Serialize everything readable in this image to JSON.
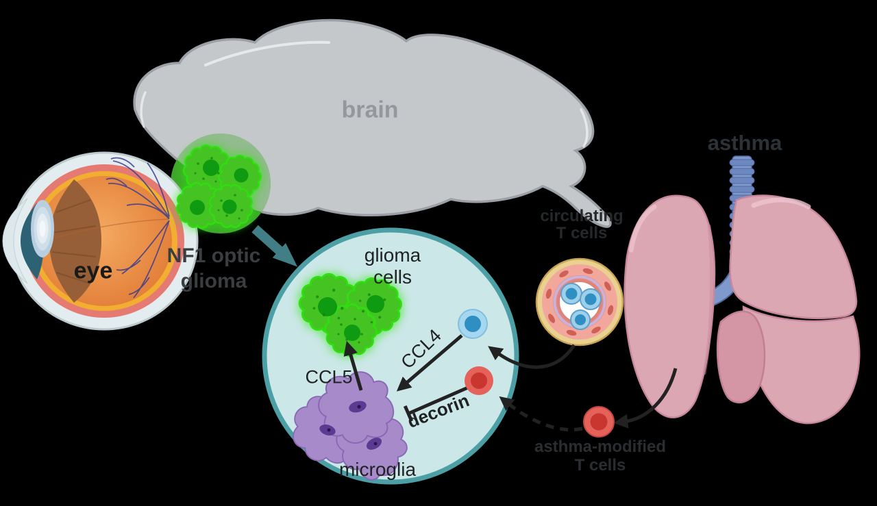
{
  "labels": {
    "eye": "eye",
    "brain": "brain",
    "nf1_optic_glioma": {
      "line1": "NF1 optic",
      "line2": "glioma"
    },
    "glioma_cells": {
      "line1": "glioma",
      "line2": "cells"
    },
    "ccl5": "CCL5",
    "ccl4": "CCL4",
    "decorin": "decorin",
    "microglia": "microglia",
    "circulating_t_cells": {
      "line1": "circulating",
      "line2": "T cells"
    },
    "asthma": "asthma",
    "asthma_modified_t_cells": {
      "line1": "asthma-modified",
      "line2": "T cells"
    }
  },
  "colors": {
    "background": "#000000",
    "brain_gray": "#c5c8cb",
    "brain_label_gray": "#94989d",
    "nf1_circle_green": "#3fa62c",
    "glioma_cell_green": "#44c322",
    "glioma_glow_green": "#2ce60c",
    "glioma_nucleus_green": "#0e9b12",
    "inset_circle_fill": "#cbe7e7",
    "inset_circle_border": "#4d9fa6",
    "zoom_arrow_teal": "#417e86",
    "arrow_black": "#222222",
    "microglia_purple": "#a68ac9",
    "microglia_nucleus_purple": "#5b3a92",
    "t_cell_blue": "#a6d7f0",
    "t_cell_blue_nucleus": "#2f8fc2",
    "t_cell_red": "#e4625a",
    "t_cell_red_nucleus": "#c8362f",
    "lung_pink": "#dba7b3",
    "trachea_blue": "#8099cc",
    "vessel_outer_tan": "#e9d18f",
    "vessel_wall_salmon": "#f2a79c",
    "eye_orange": "#e8813c",
    "optic_nerve_yellow": "#f1b231"
  }
}
